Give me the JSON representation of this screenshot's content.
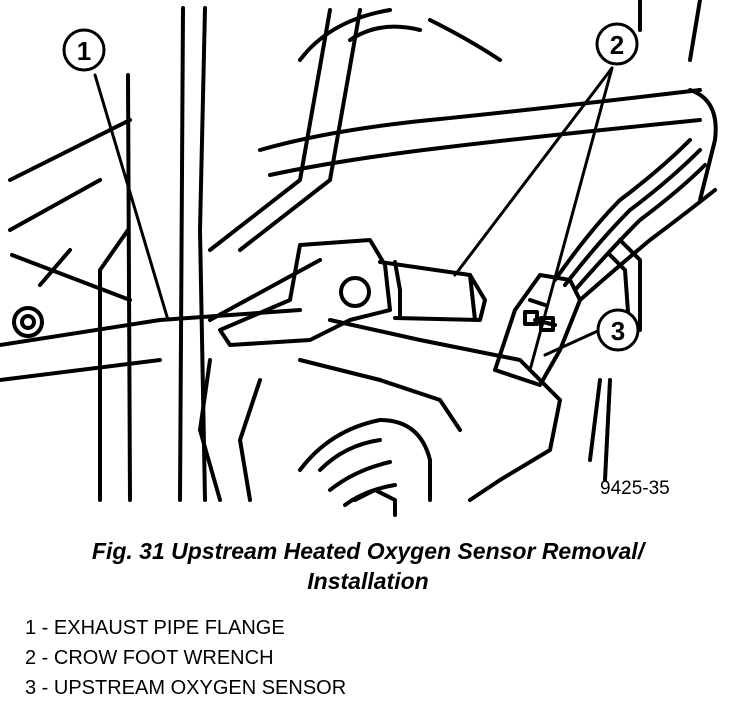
{
  "callouts": [
    {
      "number": "1"
    },
    {
      "number": "2"
    },
    {
      "number": "3"
    }
  ],
  "figure_code": "9425-35",
  "caption": {
    "line1": "Fig. 31 Upstream Heated Oxygen Sensor Removal/",
    "line2": "Installation"
  },
  "legend": [
    {
      "text": "1 - EXHAUST PIPE FLANGE"
    },
    {
      "text": "2 - CROW FOOT WRENCH"
    },
    {
      "text": "3 - UPSTREAM OXYGEN SENSOR"
    }
  ]
}
